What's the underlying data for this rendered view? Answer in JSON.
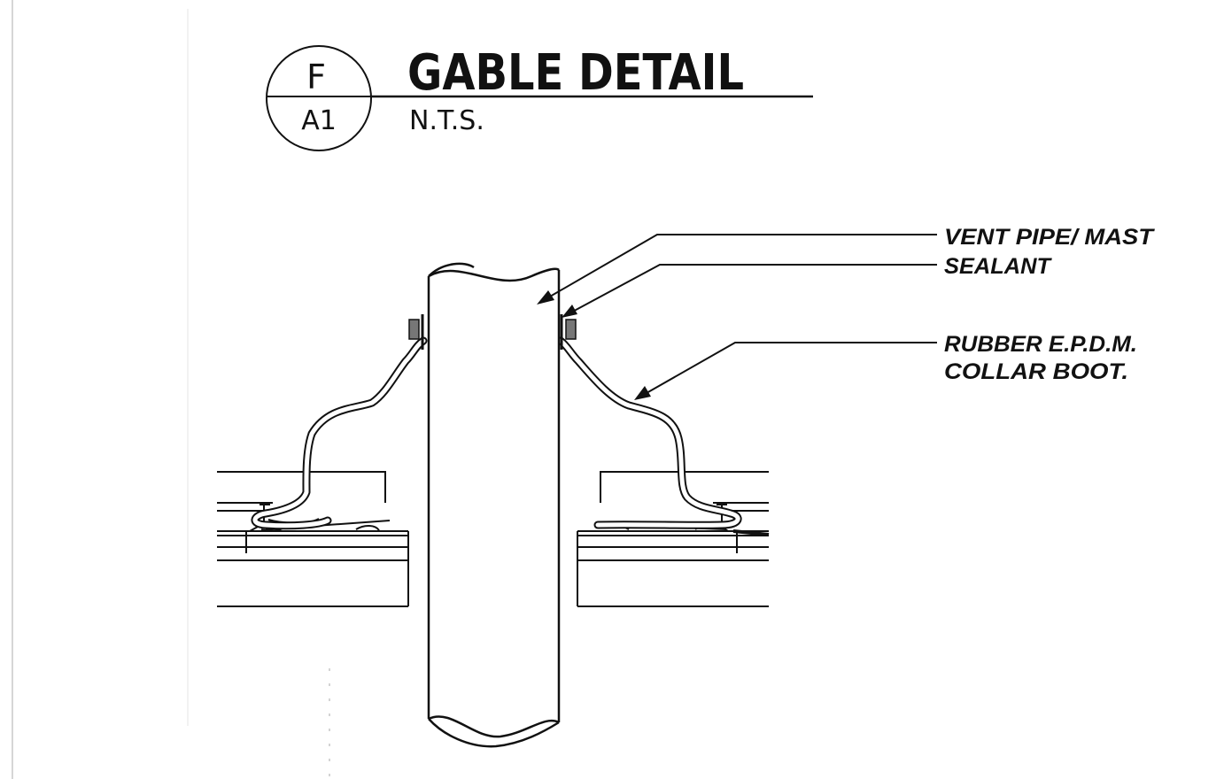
{
  "detail": {
    "letter": "F",
    "sheet": "A1",
    "title": "GABLE DETAIL",
    "scale": "N.T.S."
  },
  "callouts": {
    "vent_pipe": "VENT PIPE/ MAST",
    "sealant": "SEALANT",
    "boot_line1": "RUBBER E.P.D.M.",
    "boot_line2": "COLLAR BOOT."
  },
  "colors": {
    "ink": "#111111",
    "paper": "#ffffff"
  }
}
